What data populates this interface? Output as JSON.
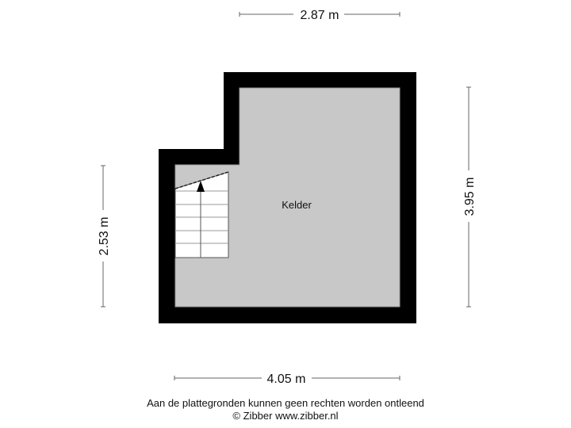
{
  "floorplan": {
    "room": {
      "label": "Kelder",
      "floor_color": "#c8c8c8",
      "wall_color": "#000000"
    },
    "dimensions": {
      "top": "2.87 m",
      "bottom": "4.05 m",
      "left": "2.53 m",
      "right": "3.95 m"
    },
    "stairs": {
      "steps": 6,
      "direction": "up"
    }
  },
  "footer": {
    "disclaimer": "Aan de plattegronden kunnen geen rechten worden ontleend",
    "copyright": "© Zibber www.zibber.nl"
  }
}
